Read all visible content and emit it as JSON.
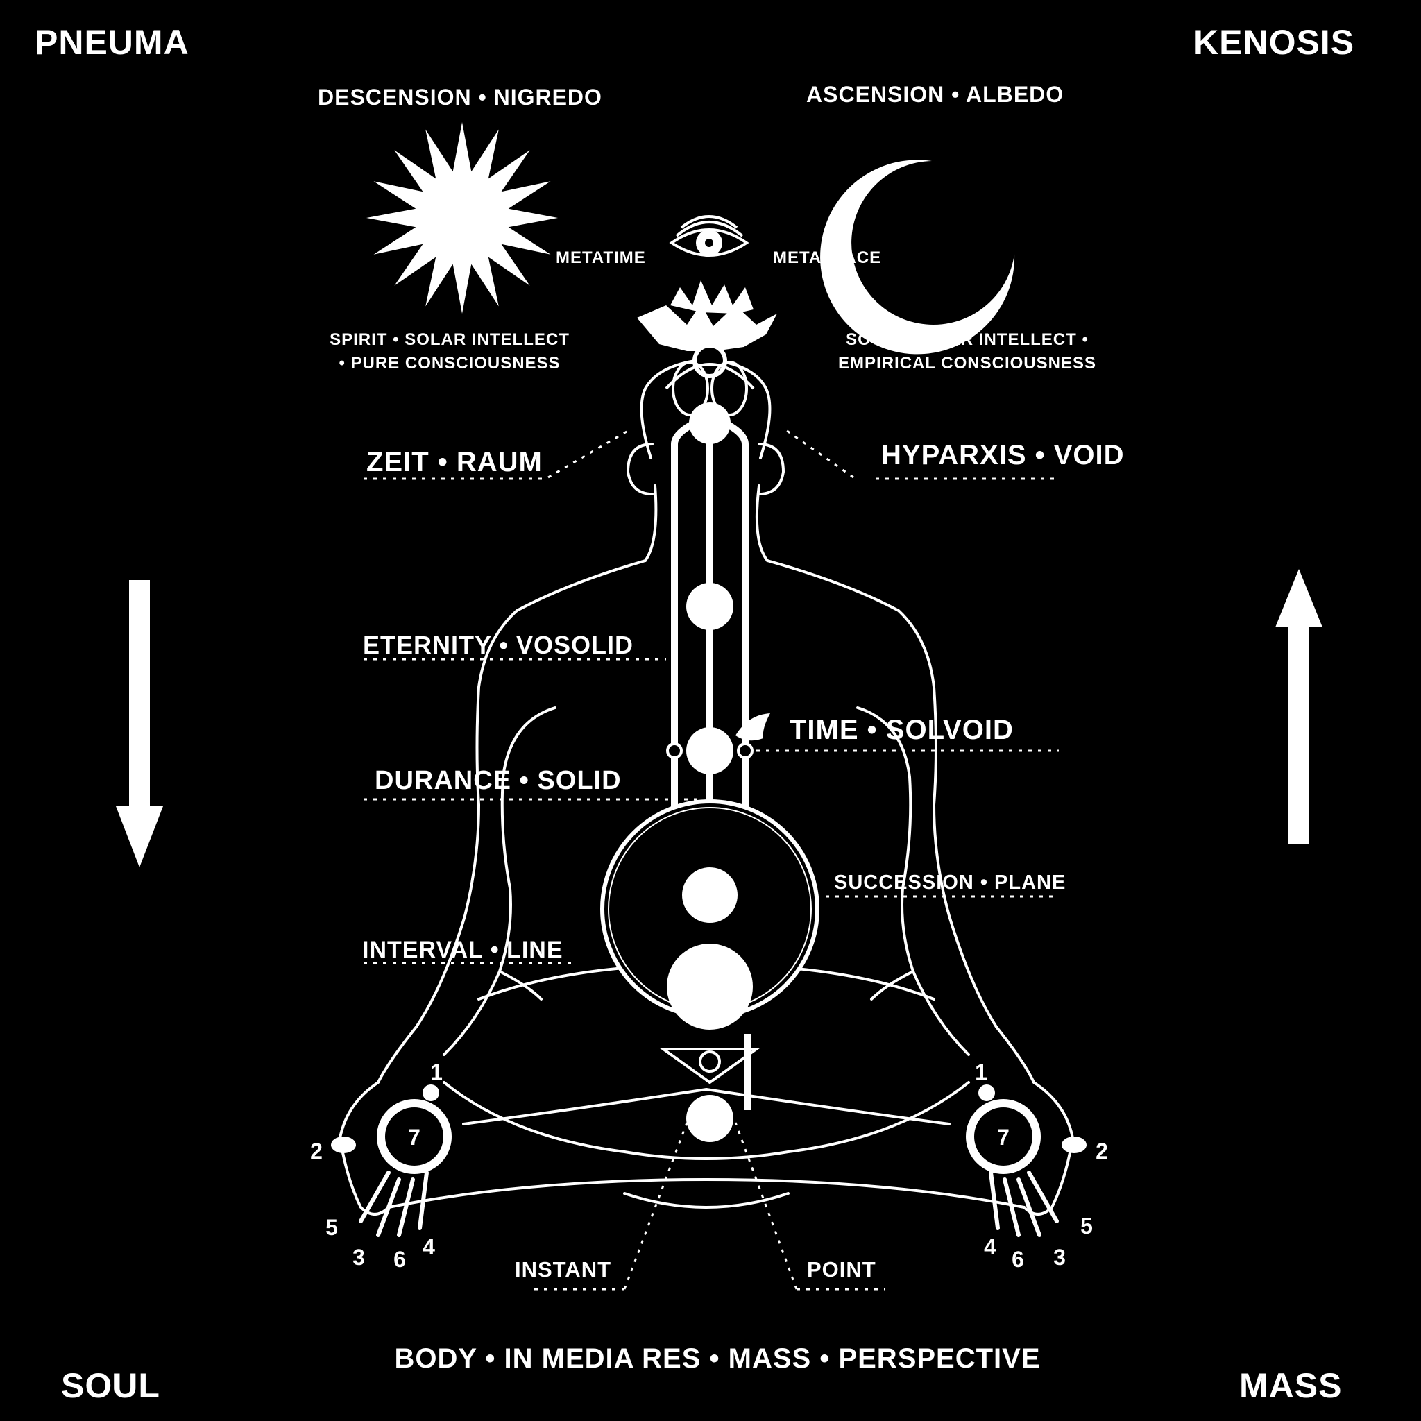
{
  "corners": {
    "top_left": "PNEUMA",
    "top_right": "KENOSIS",
    "bottom_left": "SOUL",
    "bottom_right": "MASS"
  },
  "headers": {
    "left": "DESCENSION • NIGREDO",
    "right": "ASCENSION • ALBEDO"
  },
  "eye": {
    "left_label": "METATIME",
    "right_label": "METASPACE"
  },
  "intellect": {
    "left_line1": "SPIRIT • SOLAR INTELLECT",
    "left_line2": "• PURE CONSCIOUSNESS",
    "right_line1": "SOUL • LUNAR INTELLECT •",
    "right_line2": "EMPIRICAL CONSCIOUSNESS"
  },
  "levels": {
    "zeit_raum": "ZEIT • RAUM",
    "hyparxis_void": "HYPARXIS • VOID",
    "eternity_vosolid": "ETERNITY • VOSOLID",
    "time_solvoid": "TIME • SOLVOID",
    "durance_solid": "DURANCE • SOLID",
    "succession_plane": "SUCCESSION • PLANE",
    "interval_line": "INTERVAL • LINE",
    "instant": "INSTANT",
    "point": "POINT"
  },
  "footer": "BODY • IN MEDIA RES • MASS • PERSPECTIVE",
  "hand_numbers": {
    "palm": "7",
    "n1": "1",
    "n2": "2",
    "n3": "3",
    "n4": "4",
    "n5": "5",
    "n6": "6"
  },
  "arrows": {
    "left": "down",
    "right": "up"
  },
  "colors": {
    "background": "#000000",
    "foreground": "#ffffff"
  }
}
